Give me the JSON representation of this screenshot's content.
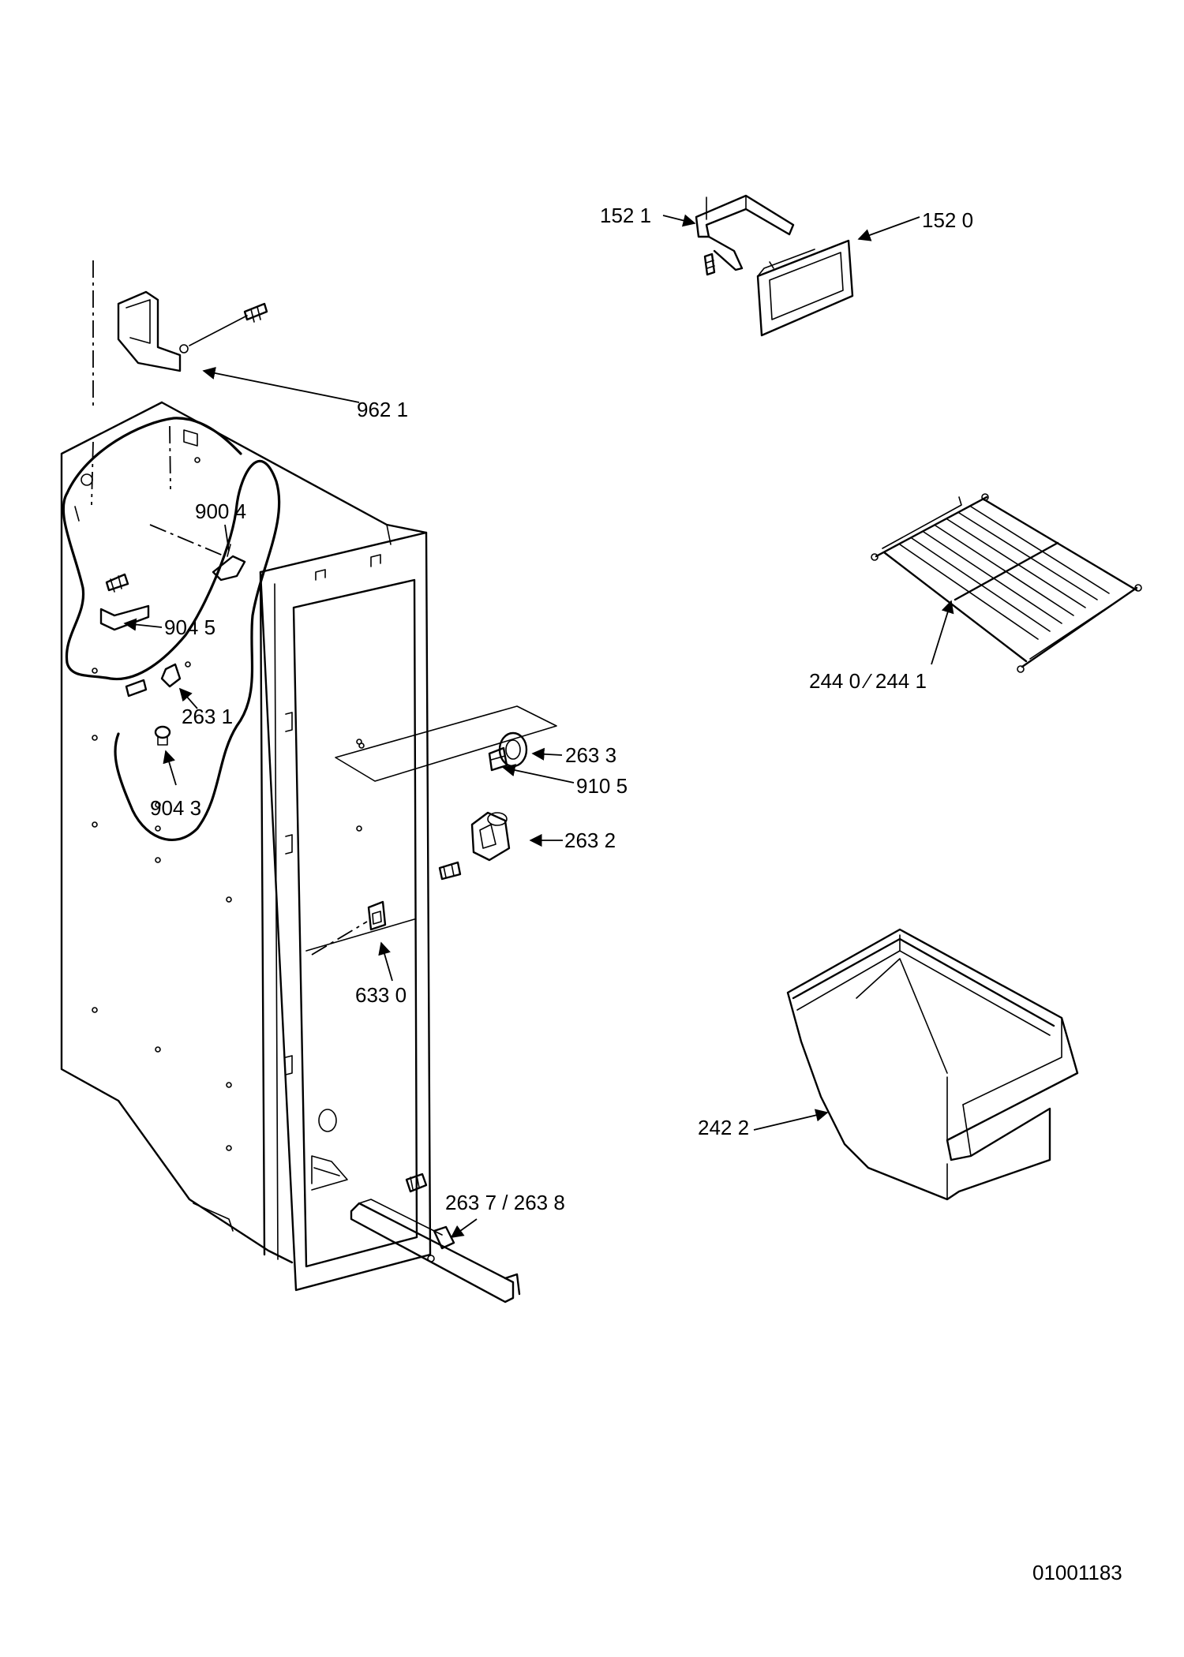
{
  "labels": {
    "p1521": "152 1",
    "p1520": "152 0",
    "p9621": "962 1",
    "p9004": "900 4",
    "p9045": "904 5",
    "p2631": "263 1",
    "p9043": "904 3",
    "p2633": "263  3",
    "p9105": "910  5",
    "p2632": "263  2",
    "p6330": "633 0",
    "p2440": "244 0 ⁄ 244 1",
    "p2422": "242 2",
    "p2637": "263 7 / 263 8"
  },
  "document_number": "01001183"
}
